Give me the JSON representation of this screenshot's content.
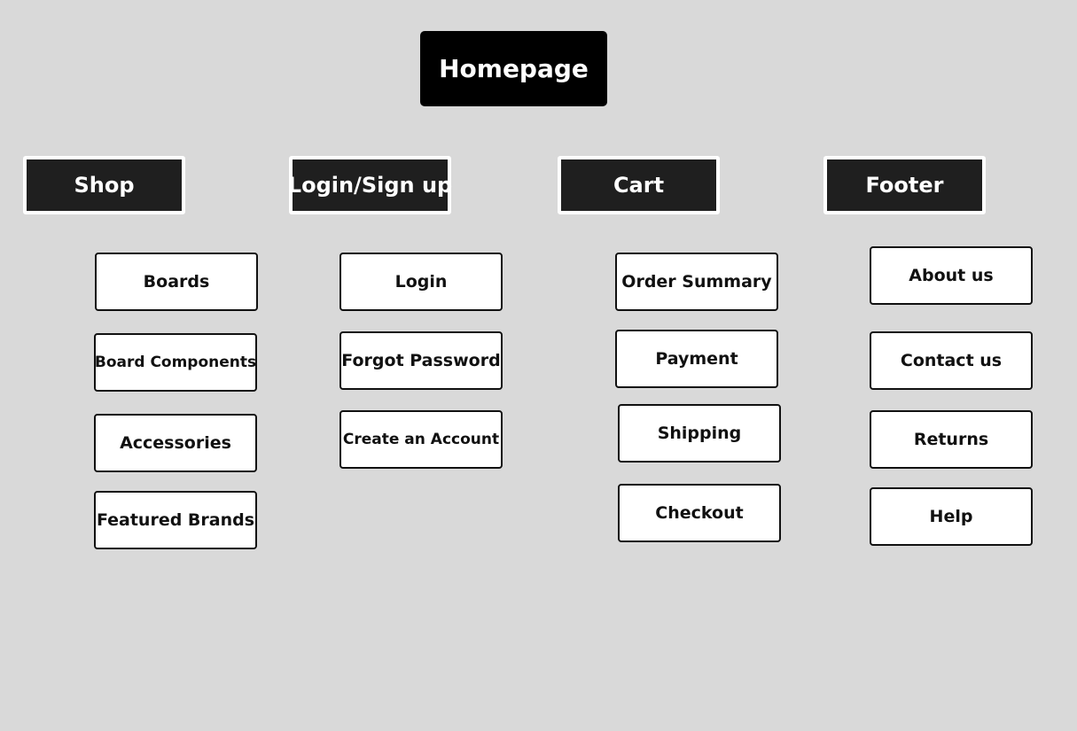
{
  "root": {
    "label": "Homepage"
  },
  "sections": {
    "shop": {
      "label": "Shop",
      "pages": [
        "Boards",
        "Board Components",
        "Accessories",
        "Featured Brands"
      ]
    },
    "login": {
      "label": "Login/Sign up",
      "pages": [
        "Login",
        "Forgot Password",
        "Create an Account"
      ]
    },
    "cart": {
      "label": "Cart",
      "pages": [
        "Order Summary",
        "Payment",
        "Shipping",
        "Checkout"
      ]
    },
    "footer": {
      "label": "Footer",
      "pages": [
        "About us",
        "Contact us",
        "Returns",
        "Help"
      ]
    }
  },
  "colors": {
    "background": "#d9d9d9",
    "root_fill": "#000000",
    "section_fill": "#1f1f1f",
    "page_fill": "#ffffff",
    "border_dark": "#111111"
  }
}
